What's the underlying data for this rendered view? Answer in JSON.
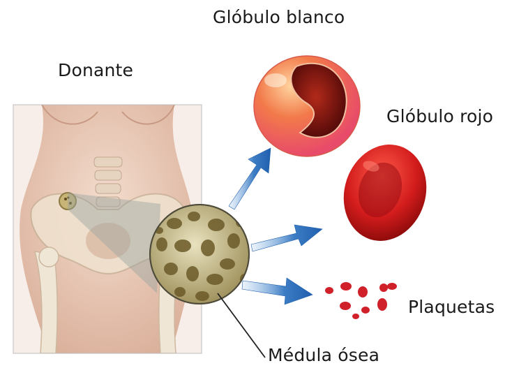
{
  "labels": {
    "donor": "Donante",
    "white_cell": "Glóbulo blanco",
    "red_cell": "Glóbulo rojo",
    "platelets": "Plaquetas",
    "bone_marrow": "Médula ósea"
  },
  "colors": {
    "skin": "#e8c9b6",
    "bone": "#efe6d6",
    "arrow_blue": "#2f6fb5",
    "red_cell": "#c8181e",
    "white_cell_outer": "#f0604a",
    "white_cell_nucleus": "#7a1010",
    "marrow": "#b9ab7a"
  }
}
